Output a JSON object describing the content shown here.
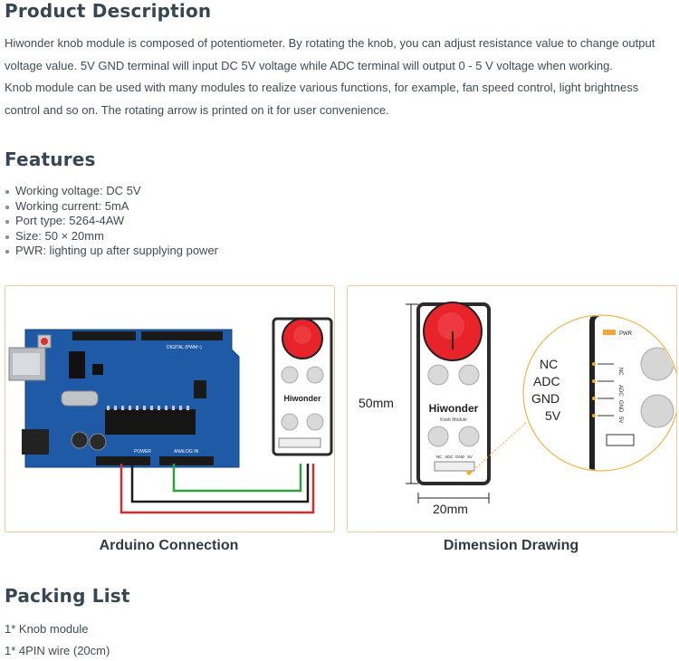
{
  "product_description": {
    "heading": "Product Description",
    "paragraphs": [
      "Hiwonder knob module is composed of potentiometer. By rotating the knob, you can adjust resistance value to change output voltage value. 5V GND terminal will input DC 5V voltage while ADC terminal will output 0 - 5 V voltage when working.",
      "Knob module can be used with many modules to realize various functions, for example, fan speed control, light brightness control and so on. The rotating arrow is printed on it for user convenience."
    ]
  },
  "features": {
    "heading": "Features",
    "items": [
      "Working voltage: DC 5V",
      "Working current: 5mA",
      "Port type: 5264-4AW",
      "Size: 50 × 20mm",
      "PWR: lighting up after supplying power"
    ]
  },
  "figures": {
    "arduino": {
      "caption": "Arduino Connection",
      "board_label": "DIGITAL (PWM~)",
      "analog_label": "ANALOG IN",
      "power_label": "POWER"
    },
    "dimension": {
      "caption": "Dimension Drawing",
      "height_label": "50mm",
      "width_label": "20mm",
      "pins": [
        "NC",
        "ADC",
        "GND",
        "5V"
      ],
      "module_brand": "Hiwonder",
      "module_name": "Knob Module",
      "pin_prints": [
        "NC",
        "ADC",
        "GND",
        "5V"
      ],
      "pwr_print": "PWR"
    }
  },
  "packing_list": {
    "heading": "Packing List",
    "items": [
      "1* Knob module",
      "1* 4PIN wire (20cm)"
    ]
  },
  "colors": {
    "accent_border": "#f1c99a",
    "heading": "#364753",
    "knob_red": "#e8232a",
    "board_blue": "#1f5aa6",
    "callout_orange": "#f5a623"
  },
  "icons": [
    "knob-module-image",
    "arduino-board-image",
    "magnifier-callout"
  ]
}
